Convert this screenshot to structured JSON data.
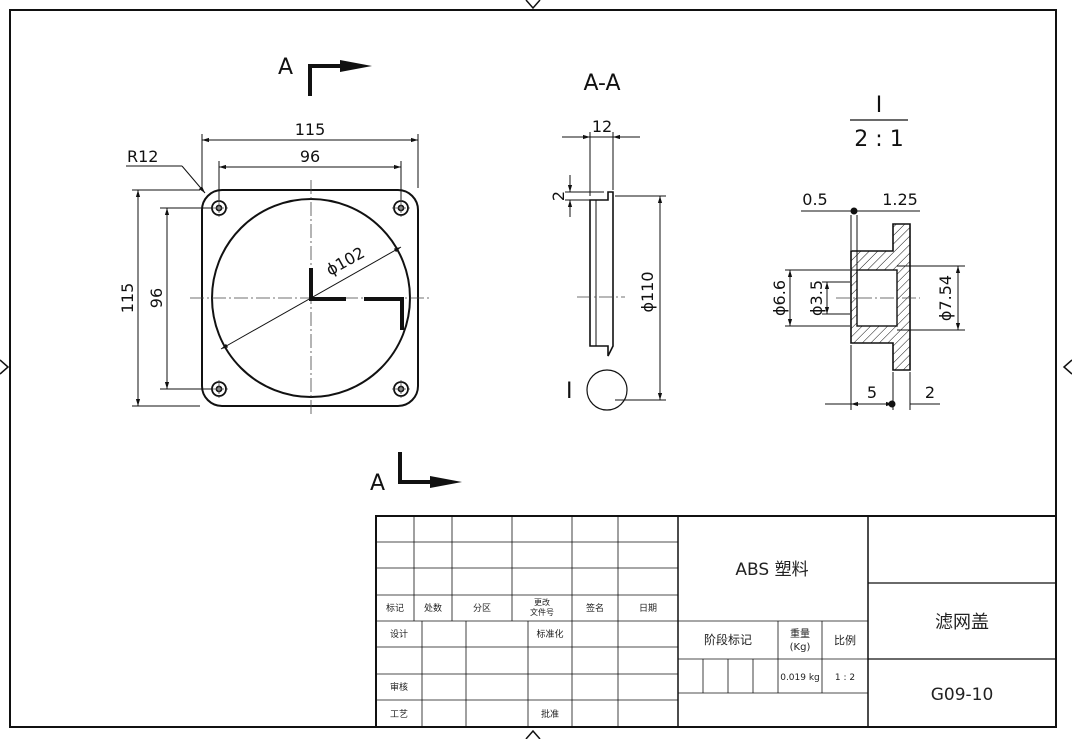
{
  "drawing": {
    "section_mark": "A",
    "section_title": "A-A",
    "detail_mark": "I",
    "detail_scale": "2 : 1"
  },
  "dimensions": {
    "front": {
      "width_outer": "115",
      "width_inner": "96",
      "height_outer": "115",
      "height_inner": "96",
      "corner_radius": "R12",
      "diameter": "ϕ102"
    },
    "section": {
      "thickness": "12",
      "lip": "2",
      "diameter": "ϕ110"
    },
    "detail": {
      "d1": "0.5",
      "d2": "1.25",
      "d3": "ϕ6.6",
      "d4": "ϕ3.5",
      "d5": "ϕ7.54",
      "d6": "5",
      "d7": "2"
    }
  },
  "title_block": {
    "rev_headers": [
      "标记",
      "处数",
      "分区",
      "更改\n文件号",
      "签名",
      "日期"
    ],
    "rev_header_line1": "更改",
    "rev_header_line2": "文件号",
    "sign_labels": {
      "design": "设计",
      "standard": "标准化",
      "review": "审核",
      "process": "工艺",
      "approve": "批准"
    },
    "material": "ABS 塑料",
    "stage_label": "阶段标记",
    "weight_label_1": "重量",
    "weight_label_2": "(Kg)",
    "scale_label": "比例",
    "weight_value": "0.019 kg",
    "scale_value": "1 : 2",
    "part_name": "滤网盖",
    "part_number": "G09-10"
  }
}
